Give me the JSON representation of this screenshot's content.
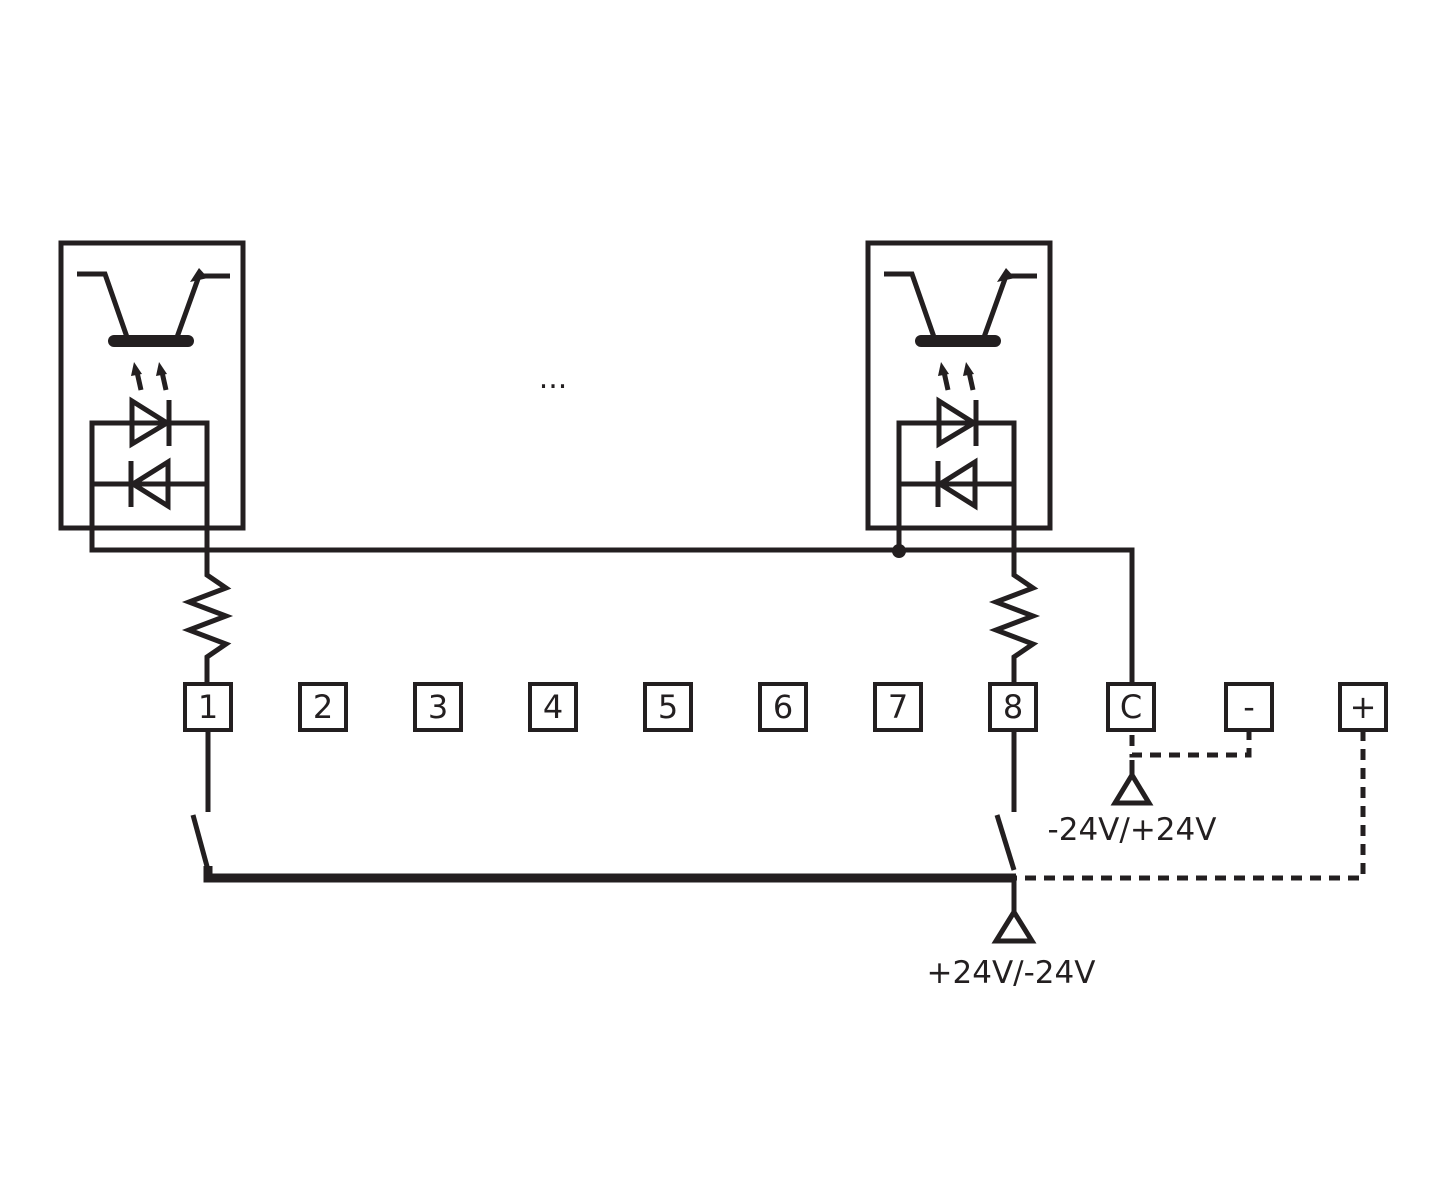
{
  "ellipsis": "...",
  "terminals": [
    {
      "id": "1",
      "label": "1"
    },
    {
      "id": "2",
      "label": "2"
    },
    {
      "id": "3",
      "label": "3"
    },
    {
      "id": "4",
      "label": "4"
    },
    {
      "id": "5",
      "label": "5"
    },
    {
      "id": "6",
      "label": "6"
    },
    {
      "id": "7",
      "label": "7"
    },
    {
      "id": "8",
      "label": "8"
    },
    {
      "id": "C",
      "label": "C"
    },
    {
      "id": "minus",
      "label": "-"
    },
    {
      "id": "plus",
      "label": "+"
    }
  ],
  "voltage_labels": {
    "common": "-24V/+24V",
    "switch_supply": "+24V/-24V"
  },
  "colors": {
    "ink": "#231f20",
    "background": "#ffffff"
  }
}
